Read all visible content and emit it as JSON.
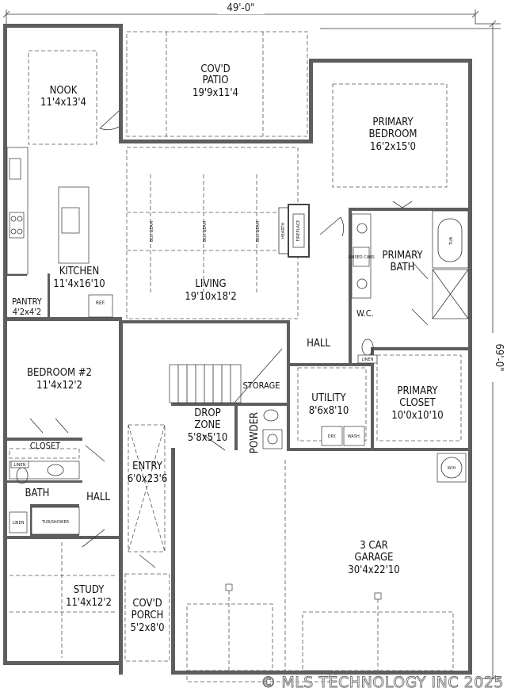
{
  "overall_width": "49'-0\"",
  "overall_depth": "69'-0\"",
  "rooms": {
    "nook": {
      "name": "NOOK",
      "size": "11'4x13'4"
    },
    "patio": {
      "name1": "COV'D",
      "name2": "PATIO",
      "size": "19'9x11'4"
    },
    "primary_bedroom": {
      "name1": "PRIMARY",
      "name2": "BEDROOM",
      "size": "16'2x15'0"
    },
    "kitchen": {
      "name": "KITCHEN",
      "size": "11'4x16'10"
    },
    "living": {
      "name": "LIVING",
      "size": "19'10x18'2"
    },
    "pantry": {
      "name": "PANTRY",
      "size": "4'2x4'2"
    },
    "primary_bath": {
      "name1": "PRIMARY",
      "name2": "BATH"
    },
    "wc": {
      "name": "W.C."
    },
    "hall_upper": {
      "name": "HALL"
    },
    "bedroom2": {
      "name": "BEDROOM #2",
      "size": "11'4x12'2"
    },
    "storage": {
      "name": "STORAGE"
    },
    "utility": {
      "name": "UTILITY",
      "size": "8'6x8'10"
    },
    "primary_closet": {
      "name1": "PRIMARY",
      "name2": "CLOSET",
      "size": "10'0x10'10"
    },
    "drop_zone": {
      "name1": "DROP",
      "name2": "ZONE",
      "size": "5'8x5'10"
    },
    "powder": {
      "name": "POWDER"
    },
    "closet": {
      "name": "CLOSET"
    },
    "entry": {
      "name": "ENTRY",
      "size": "6'0x23'6"
    },
    "bath": {
      "name": "BATH"
    },
    "hall_lower": {
      "name": "HALL"
    },
    "garage": {
      "name1": "3 CAR",
      "name2": "GARAGE",
      "size": "30'4x22'10"
    },
    "study": {
      "name": "STUDY",
      "size": "11'4x12'2"
    },
    "porch": {
      "name1": "COV'D",
      "name2": "PORCH",
      "size": "5'2x8'0"
    }
  },
  "fixtures": {
    "ref": "REF.",
    "hearth": "HEARTH",
    "fireplace": "FIREPLACE",
    "raised_cab": "RAISED CABS",
    "linen": "LINEN",
    "dryer": "DRY.",
    "washer": "WASH.",
    "wh": "W/H",
    "tub": "TUB",
    "tub_shower": "TUB/SHOWER",
    "beam": "BOX BEAM"
  },
  "watermark": "© MLS TECHNOLOGY INC 2025"
}
